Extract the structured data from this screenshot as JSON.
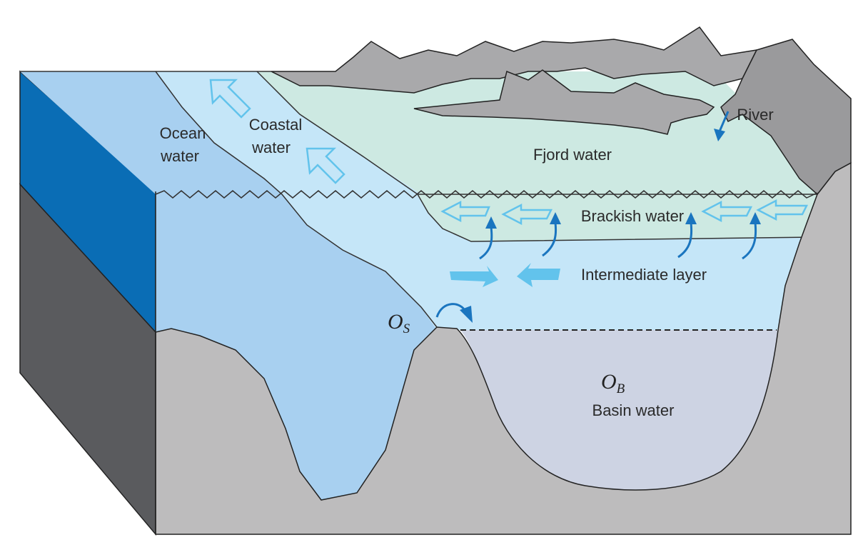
{
  "labels": {
    "ocean_line1": "Ocean",
    "ocean_line2": "water",
    "coastal_line1": "Coastal",
    "coastal_line2": "water",
    "fjord": "Fjord water",
    "river": "River",
    "brackish": "Brackish water",
    "intermediate": "Intermediate layer",
    "basin": "Basin water"
  },
  "symbols": {
    "sill_main": "O",
    "sill_sub": "S",
    "basin_main": "O",
    "basin_sub": "B"
  },
  "colors": {
    "ocean_side": "#0a6db5",
    "ocean_water": "#a8d0f0",
    "coastal_water": "#c5e6f8",
    "fjord_water": "#cde9e2",
    "basin_water": "#cdd3e3",
    "rock": "#a9a9ab",
    "rock_dark": "#8a8a8c",
    "arrow_dark": "#1a75bf",
    "arrow_light": "#62c3ec"
  }
}
